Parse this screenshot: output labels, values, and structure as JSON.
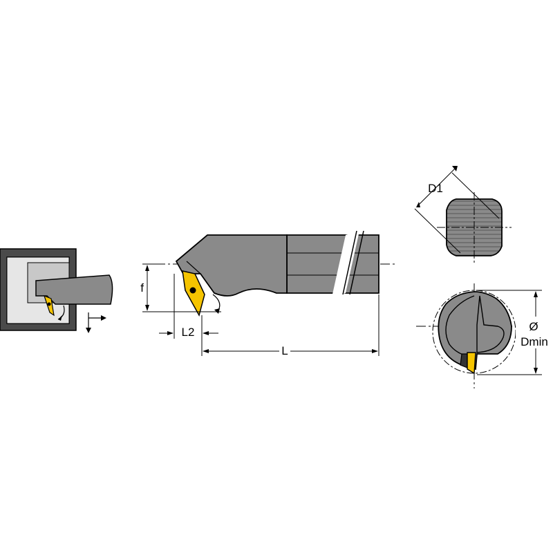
{
  "labels": {
    "D1": "D1",
    "f": "f",
    "L2": "L2",
    "L": "L",
    "diameter_symbol": "Ø",
    "Dmin": "Dmin"
  },
  "colors": {
    "body": "#8a8a8a",
    "body_dark": "#6f6f6f",
    "workpiece": "#4a4a4a",
    "insert": "#f5c400",
    "line": "#000000",
    "background": "#ffffff"
  }
}
